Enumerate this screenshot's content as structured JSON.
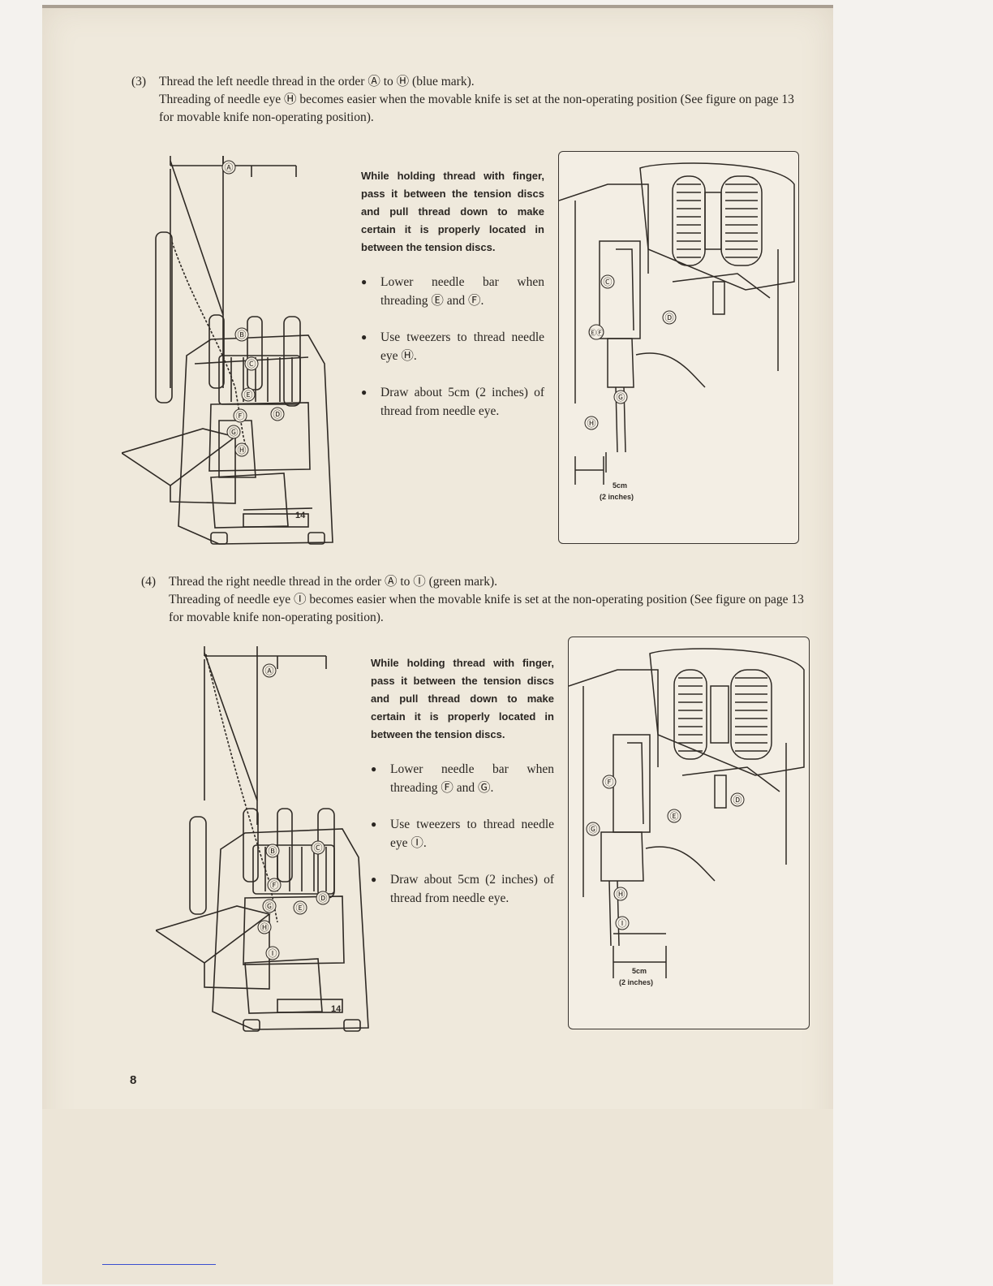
{
  "section3": {
    "number": "(3)",
    "line1": "Thread the left needle thread in the order Ⓐ to Ⓗ (blue mark).",
    "line2": "Threading of needle eye Ⓗ becomes easier when the movable knife is set at the non-operating position (See figure on page 13 for movable knife non-operating position).",
    "note": "While holding thread with finger, pass it between the tension discs and pull thread down to make certain it is properly located in between the tension discs.",
    "bullets": [
      "Lower needle bar when threading Ⓔ and Ⓕ.",
      "Use tweezers to thread needle eye Ⓗ.",
      "Draw about 5cm (2 inches) of thread from needle eye."
    ],
    "machine_labels": [
      "Ⓐ",
      "Ⓑ",
      "Ⓒ",
      "Ⓓ",
      "Ⓔ",
      "Ⓕ",
      "Ⓖ",
      "Ⓗ"
    ],
    "detail_labels": [
      "Ⓒ",
      "Ⓓ",
      "ⒺⒻ",
      "Ⓖ",
      "Ⓗ"
    ],
    "measure_value": "5cm",
    "measure_inches": "(2 inches)"
  },
  "section4": {
    "number": "(4)",
    "line1": "Thread the right needle thread in the order Ⓐ to Ⓘ (green mark).",
    "line2": "Threading of needle eye Ⓘ becomes easier when the movable knife is set at the non-operating position (See figure on page 13 for movable knife non-operating position).",
    "note": "While holding thread with finger, pass it between the tension discs and pull thread down to make certain it is properly located in between the tension discs.",
    "bullets": [
      "Lower needle bar when threading Ⓕ and Ⓖ.",
      "Use tweezers to thread needle eye Ⓘ.",
      "Draw about 5cm (2 inches) of thread from needle eye."
    ],
    "machine_labels": [
      "Ⓐ",
      "Ⓑ",
      "Ⓒ",
      "Ⓓ",
      "Ⓔ",
      "Ⓕ",
      "Ⓖ",
      "Ⓗ",
      "Ⓘ"
    ],
    "detail_labels": [
      "Ⓓ",
      "Ⓔ",
      "Ⓕ",
      "Ⓖ",
      "Ⓗ",
      "Ⓘ"
    ],
    "measure_value": "5cm",
    "measure_inches": "(2 inches)"
  },
  "machine_badge": "14",
  "page_number": "8"
}
